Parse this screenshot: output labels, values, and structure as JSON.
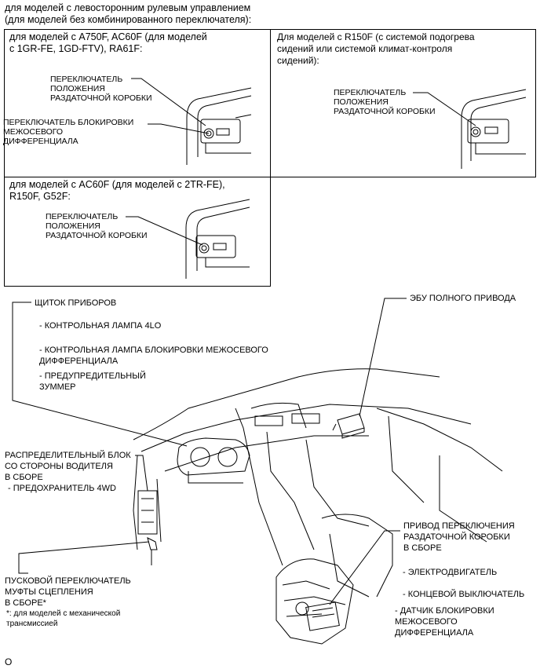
{
  "header": {
    "line1": "для моделей с левосторонним рулевым управлением",
    "line2": "(для моделей без комбинированного переключателя):"
  },
  "panels": {
    "a": {
      "title": "для моделей с A750F, AC60F (для моделей\nс 1GR-FE, 1GD-FTV), RA61F:",
      "label1": "ПЕРЕКЛЮЧАТЕЛЬ\nПОЛОЖЕНИЯ\nРАЗДАТОЧНОЙ КОРОБКИ",
      "label2": "ПЕРЕКЛЮЧАТЕЛЬ БЛОКИРОВКИ\nМЕЖОСЕВОГО\nДИФФЕРЕНЦИАЛА"
    },
    "b": {
      "title": "Для моделей с R150F (с системой подогрева\nсидений или системой климат-контроля\nсидений):",
      "label1": "ПЕРЕКЛЮЧАТЕЛЬ\nПОЛОЖЕНИЯ\nРАЗДАТОЧНОЙ КОРОБКИ"
    },
    "c": {
      "title": "для моделей с AC60F (для моделей с 2TR-FE),\nR150F, G52F:",
      "label1": "ПЕРЕКЛЮЧАТЕЛЬ\nПОЛОЖЕНИЯ\nРАЗДАТОЧНОЙ КОРОБКИ"
    }
  },
  "labels": {
    "instrument_panel": "ЩИТОК ПРИБОРОВ",
    "lamp_4lo": "- КОНТРОЛЬНАЯ ЛАМПА 4LO",
    "lamp_diff": "- КОНТРОЛЬНАЯ ЛАМПА БЛОКИРОВКИ МЕЖОСЕВОГО\nДИФФЕРЕНЦИАЛА",
    "buzzer": "- ПРЕДУПРЕДИТЕЛЬНЫЙ\nЗУММЕР",
    "ecu": "ЭБУ ПОЛНОГО ПРИВОДА",
    "junction_block": "РАСПРЕДЕЛИТЕЛЬНЫЙ БЛОК\nСО СТОРОНЫ ВОДИТЕЛЯ\nВ СБОРЕ",
    "fuse": "- ПРЕДОХРАНИТЕЛЬ 4WD",
    "actuator": "ПРИВОД ПЕРЕКЛЮЧЕНИЯ\nРАЗДАТОЧНОЙ КОРОБКИ\nВ СБОРЕ",
    "motor": "- ЭЛЕКТРОДВИГАТЕЛЬ",
    "limit_switch": "- КОНЦЕВОЙ ВЫКЛЮЧАТЕЛЬ",
    "lock_sensor": "- ДАТЧИК БЛОКИРОВКИ\nМЕЖОСЕВОГО\nДИФФЕРЕНЦИАЛА",
    "clutch_switch": "ПУСКОВОЙ ПЕРЕКЛЮЧАТЕЛЬ\nМУФТЫ СЦЕПЛЕНИЯ\nВ СБОРЕ*",
    "footnote": "*: для моделей с механической\nтрансмиссией",
    "corner_mark": "O"
  }
}
